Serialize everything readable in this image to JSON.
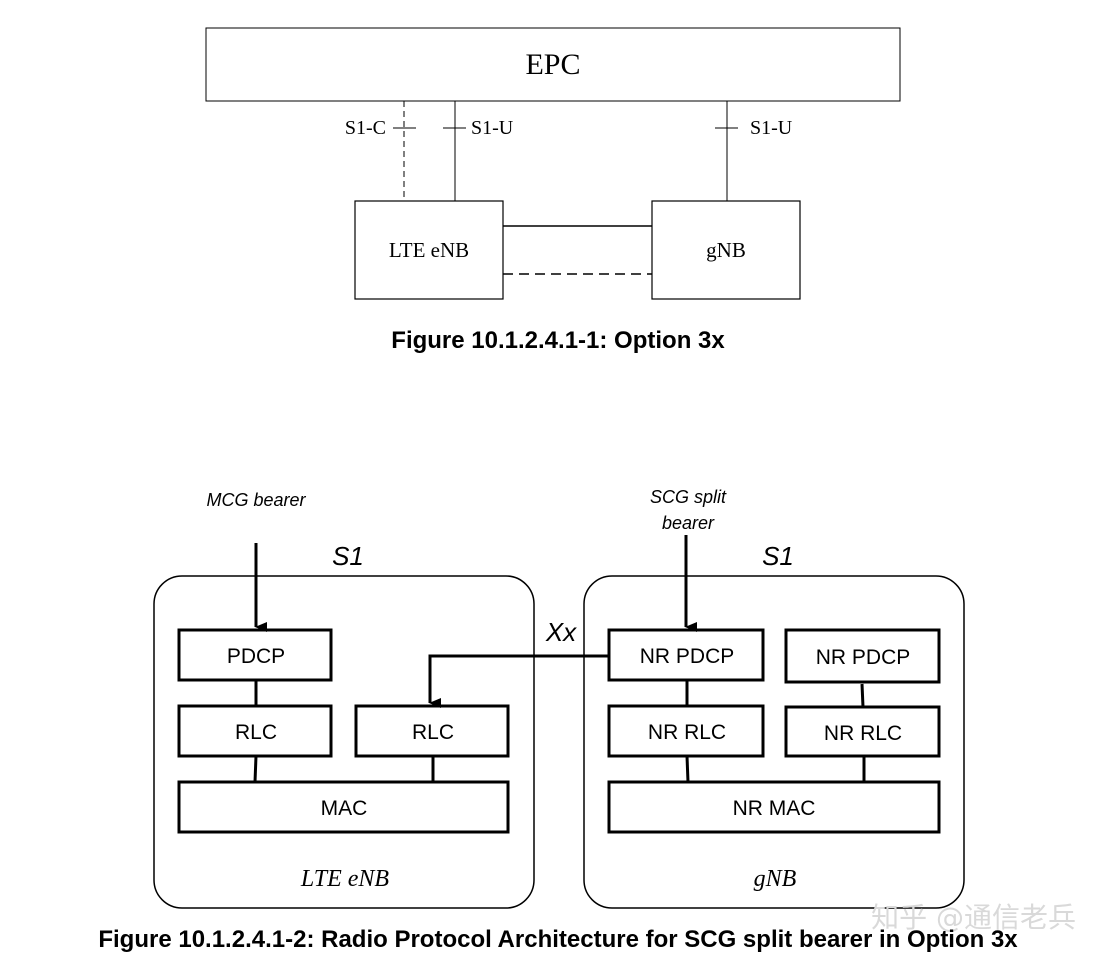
{
  "figure1": {
    "epc_label": "EPC",
    "s1c_label": "S1-C",
    "s1u_left_label": "S1-U",
    "s1u_right_label": "S1-U",
    "enb_label": "LTE eNB",
    "gnb_label": "gNB",
    "caption": "Figure 10.1.2.4.1-1: Option 3x"
  },
  "figure2": {
    "mcg_bearer_label": "MCG bearer",
    "scg_split_bearer_line1": "SCG split",
    "scg_split_bearer_line2": "bearer",
    "s1_left": "S1",
    "s1_right": "S1",
    "xx_label": "Xx",
    "enb": {
      "pdcp": "PDCP",
      "rlc_left": "RLC",
      "rlc_right": "RLC",
      "mac": "MAC",
      "name": "LTE eNB"
    },
    "gnb": {
      "pdcp_left": "NR PDCP",
      "pdcp_right": "NR PDCP",
      "rlc_left": "NR RLC",
      "rlc_right": "NR RLC",
      "mac": "NR MAC",
      "name": "gNB"
    },
    "caption": "Figure 10.1.2.4.1-2: Radio Protocol Architecture for SCG split bearer in Option 3x"
  },
  "watermark": "知乎 @通信老兵"
}
